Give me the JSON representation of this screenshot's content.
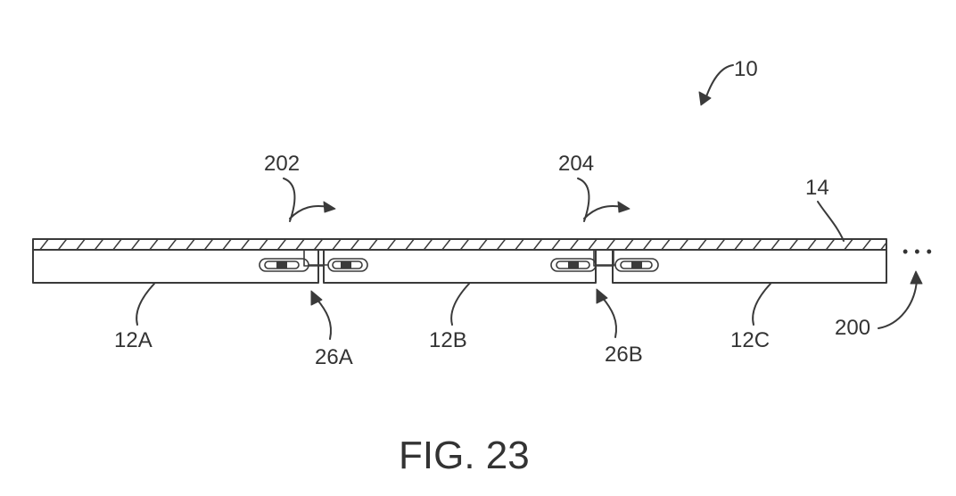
{
  "figure": {
    "caption": "FIG. 23",
    "labels": {
      "device": "10",
      "motion_1": "202",
      "motion_2": "204",
      "cover_layer": "14",
      "panel_a": "12A",
      "panel_b": "12B",
      "panel_c": "12C",
      "hinge_a": "26A",
      "hinge_b": "26B",
      "continuation": "200",
      "ellipsis": "• • •"
    },
    "colors": {
      "line": "#3a3a3a",
      "text": "#333333",
      "background": "#ffffff"
    }
  }
}
